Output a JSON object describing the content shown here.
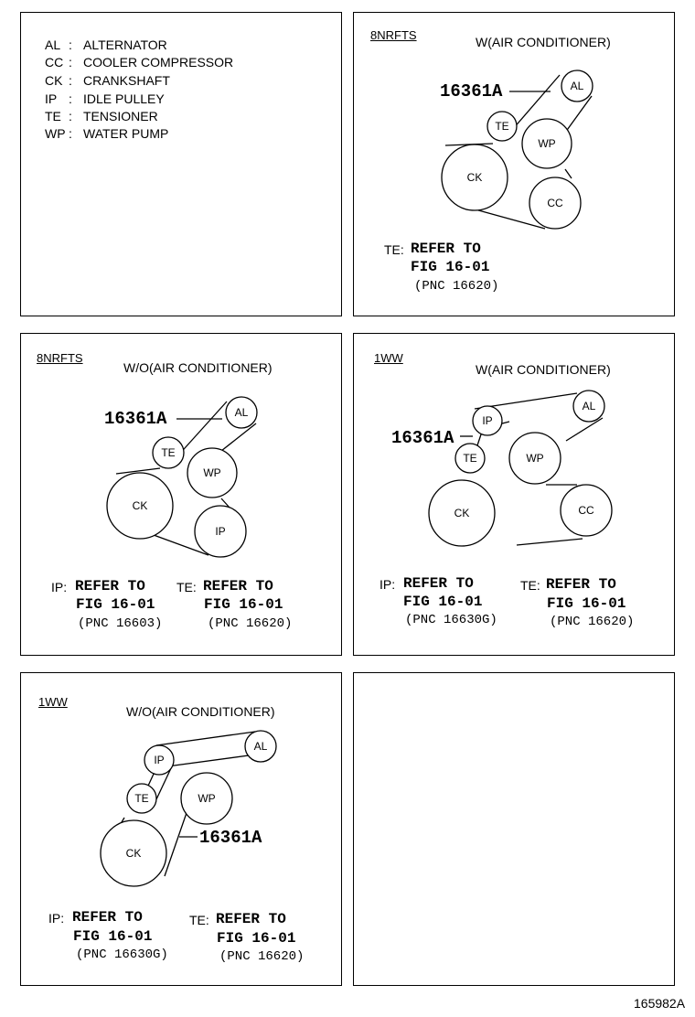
{
  "legend": {
    "items": [
      {
        "abbr": "AL",
        "sep": ":",
        "name": "ALTERNATOR"
      },
      {
        "abbr": "CC",
        "sep": ":",
        "name": "COOLER COMPRESSOR"
      },
      {
        "abbr": "CK",
        "sep": ":",
        "name": "CRANKSHAFT"
      },
      {
        "abbr": "IP",
        "sep": ":",
        "name": "IDLE PULLEY"
      },
      {
        "abbr": "TE",
        "sep": ":",
        "name": "TENSIONER"
      },
      {
        "abbr": "WP",
        "sep": ":",
        "name": "WATER PUMP"
      }
    ]
  },
  "panels": [
    {
      "code": "8NRFTS",
      "title": "W(AIR CONDITIONER)",
      "part": "16361A",
      "pulleys": [
        "AL",
        "TE",
        "WP",
        "CK",
        "CC"
      ],
      "refs": [
        {
          "prefix": "TE:",
          "line1": "REFER TO",
          "line2": "FIG 16-01",
          "line3": "(PNC 16620)"
        }
      ]
    },
    {
      "code": "8NRFTS",
      "title": "W/O(AIR CONDITIONER)",
      "part": "16361A",
      "pulleys": [
        "AL",
        "TE",
        "WP",
        "CK",
        "IP"
      ],
      "refs": [
        {
          "prefix": "IP:",
          "line1": "REFER TO",
          "line2": "FIG 16-01",
          "line3": "(PNC 16603)"
        },
        {
          "prefix": "TE:",
          "line1": "REFER TO",
          "line2": "FIG 16-01",
          "line3": "(PNC 16620)"
        }
      ]
    },
    {
      "code": "1WW",
      "title": "W(AIR CONDITIONER)",
      "part": "16361A",
      "pulleys": [
        "IP",
        "AL",
        "TE",
        "WP",
        "CK",
        "CC"
      ],
      "refs": [
        {
          "prefix": "IP:",
          "line1": "REFER TO",
          "line2": "FIG 16-01",
          "line3": "(PNC 16630G)"
        },
        {
          "prefix": "TE:",
          "line1": "REFER TO",
          "line2": "FIG 16-01",
          "line3": "(PNC 16620)"
        }
      ]
    },
    {
      "code": "1WW",
      "title": "W/O(AIR CONDITIONER)",
      "part": "16361A",
      "pulleys": [
        "IP",
        "AL",
        "TE",
        "WP",
        "CK"
      ],
      "refs": [
        {
          "prefix": "IP:",
          "line1": "REFER TO",
          "line2": "FIG 16-01",
          "line3": "(PNC 16630G)"
        },
        {
          "prefix": "TE:",
          "line1": "REFER TO",
          "line2": "FIG 16-01",
          "line3": "(PNC 16620)"
        }
      ]
    }
  ],
  "figure_id": "165982A"
}
